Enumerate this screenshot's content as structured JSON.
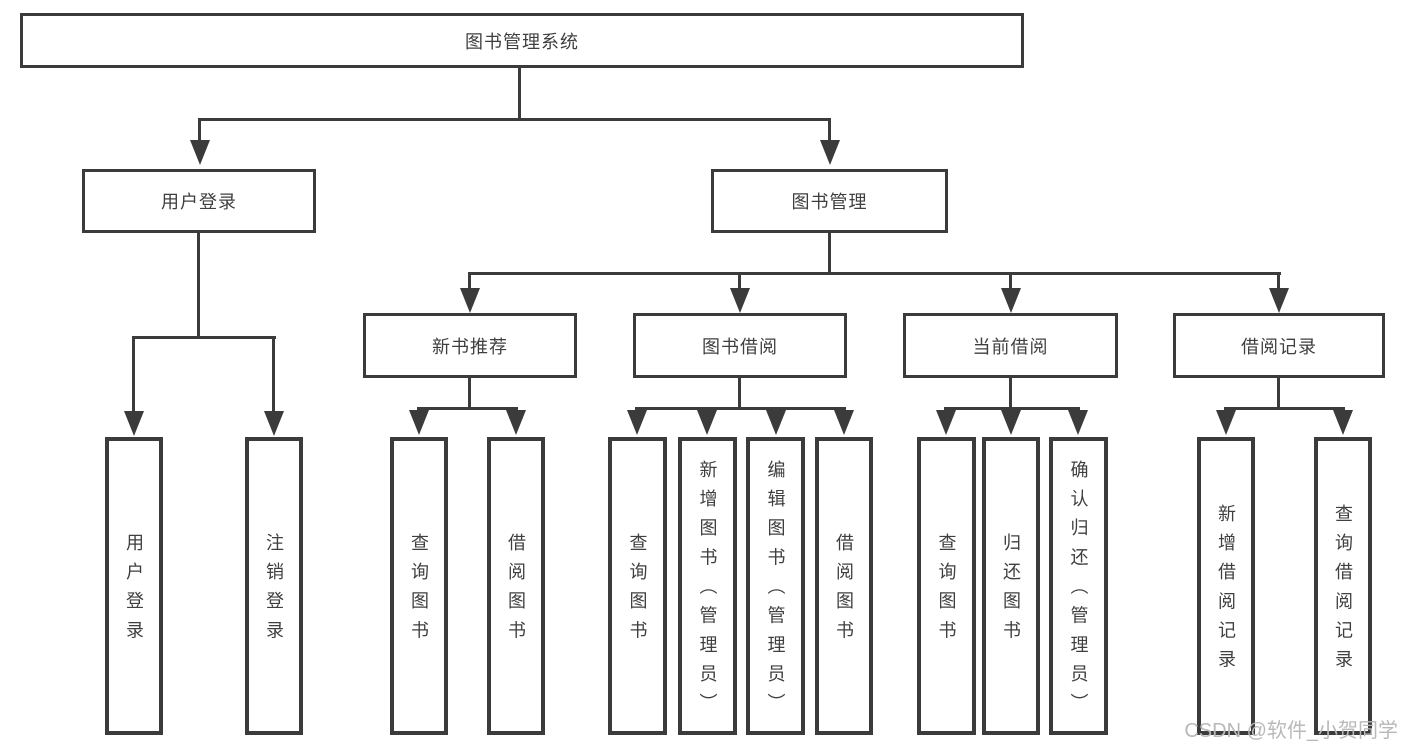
{
  "tree": {
    "label": "图书管理系统",
    "children": [
      {
        "label": "用户登录",
        "children": [
          {
            "label": "用户登录"
          },
          {
            "label": "注销登录"
          }
        ]
      },
      {
        "label": "图书管理",
        "children": [
          {
            "label": "新书推荐",
            "children": [
              {
                "label": "查询图书"
              },
              {
                "label": "借阅图书"
              }
            ]
          },
          {
            "label": "图书借阅",
            "children": [
              {
                "label": "查询图书"
              },
              {
                "label": "新增图书（管理员）"
              },
              {
                "label": "编辑图书（管理员）"
              },
              {
                "label": "借阅图书"
              }
            ]
          },
          {
            "label": "当前借阅",
            "children": [
              {
                "label": "查询图书"
              },
              {
                "label": "归还图书"
              },
              {
                "label": "确认归还（管理员）"
              }
            ]
          },
          {
            "label": "借阅记录",
            "children": [
              {
                "label": "新增借阅记录"
              },
              {
                "label": "查询借阅记录"
              }
            ]
          }
        ]
      }
    ]
  },
  "watermark": "CSDN @软件_小贺同学",
  "colors": {
    "line": "#3b3b3b",
    "text": "#3f3f3f",
    "watermark": "#b9b9b9",
    "background": "#ffffff"
  }
}
